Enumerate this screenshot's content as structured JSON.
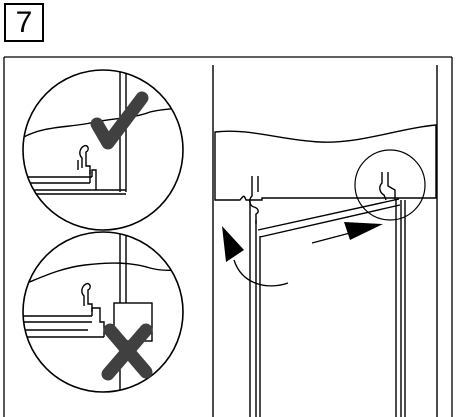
{
  "step": {
    "number": "7"
  },
  "illustration": {
    "panels": [
      {
        "name": "detail-correct",
        "status": "correct",
        "icon": "check-icon"
      },
      {
        "name": "detail-incorrect",
        "status": "incorrect",
        "icon": "cross-icon"
      },
      {
        "name": "overview",
        "motion": "lift and slide",
        "icons": [
          "curved-arrow-icon",
          "straight-arrow-icon"
        ]
      }
    ],
    "colors": {
      "line": "#000000",
      "mark": "#404040",
      "background": "#ffffff"
    }
  }
}
